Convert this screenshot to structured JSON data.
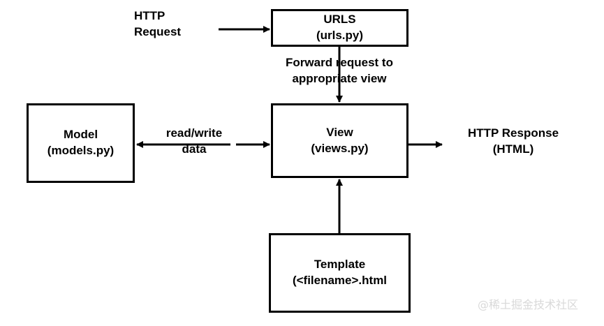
{
  "diagram": {
    "title": "Django MVT request flow",
    "background_color": "#ffffff",
    "stroke_color": "#000000",
    "nodes": [
      {
        "id": "urls",
        "title": "URLS",
        "subtitle": "(urls.py)"
      },
      {
        "id": "model",
        "title": "Model",
        "subtitle": "(models.py)"
      },
      {
        "id": "view",
        "title": "View",
        "subtitle": "(views.py)"
      },
      {
        "id": "template",
        "title": "Template",
        "subtitle": "(<filename>.html"
      }
    ],
    "labels": {
      "http_request_line1": "HTTP",
      "http_request_line2": "Request",
      "forward_line1": "Forward request to",
      "forward_line2": "appropriate view",
      "readwrite_line1": "read/write",
      "readwrite_line2": "data",
      "http_response_line1": "HTTP Response",
      "http_response_line2": "(HTML)"
    },
    "edges": [
      {
        "id": "request-to-urls",
        "from": "http-request",
        "to": "urls",
        "direction": "right"
      },
      {
        "id": "urls-to-view",
        "from": "urls",
        "to": "view",
        "direction": "down"
      },
      {
        "id": "view-to-model",
        "from": "view",
        "to": "model",
        "direction": "left"
      },
      {
        "id": "model-to-view",
        "from": "model",
        "to": "view",
        "direction": "right"
      },
      {
        "id": "view-to-response",
        "from": "view",
        "to": "http-response",
        "direction": "right"
      },
      {
        "id": "template-to-view",
        "from": "template",
        "to": "view",
        "direction": "up"
      }
    ]
  },
  "watermark": {
    "text": "@稀土掘金技术社区"
  }
}
